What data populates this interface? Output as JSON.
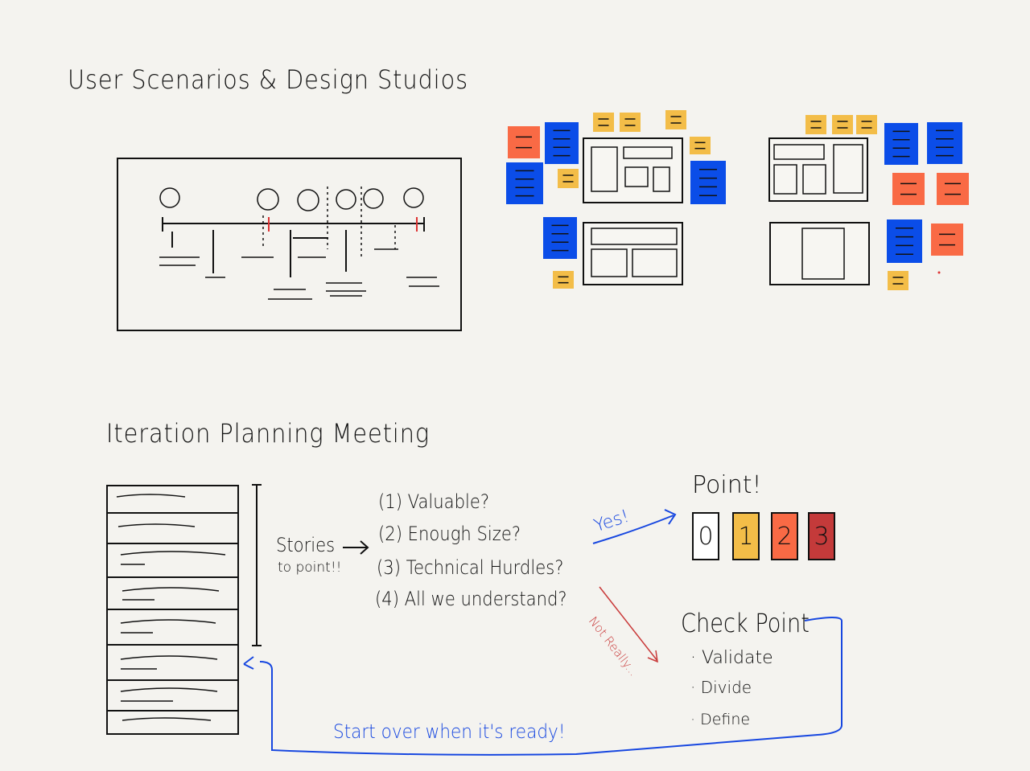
{
  "section1": {
    "title": "User Scenarios & Design Studios"
  },
  "section2": {
    "title": "Iteration Planning Meeting",
    "stories_label": "Stories",
    "stories_sub": "to point!!",
    "questions": [
      {
        "num": "1",
        "text": "Valuable?"
      },
      {
        "num": "2",
        "text": "Enough Size?"
      },
      {
        "num": "3",
        "text": "Technical Hurdles?"
      },
      {
        "num": "4",
        "text": "All we understand?"
      }
    ],
    "yes_label": "Yes!",
    "not_really_label": "Not Really...",
    "point_title": "Point!",
    "points": [
      {
        "value": "0",
        "color": "#ffffff"
      },
      {
        "value": "1",
        "color": "#f3bd48"
      },
      {
        "value": "2",
        "color": "#f96a45"
      },
      {
        "value": "3",
        "color": "#c43a3a"
      }
    ],
    "check_point": {
      "title": "Check Point",
      "items": [
        "Validate",
        "Divide",
        "Define"
      ]
    },
    "loop_label": "Start over when it's ready!"
  },
  "colors": {
    "background": "#f4f3ef",
    "sticky_blue": "#0b4de8",
    "sticky_orange": "#f96a45",
    "sticky_yellow": "#f3bd48",
    "ink_blue": "#1747e0",
    "ink_red": "#c93a3a"
  }
}
